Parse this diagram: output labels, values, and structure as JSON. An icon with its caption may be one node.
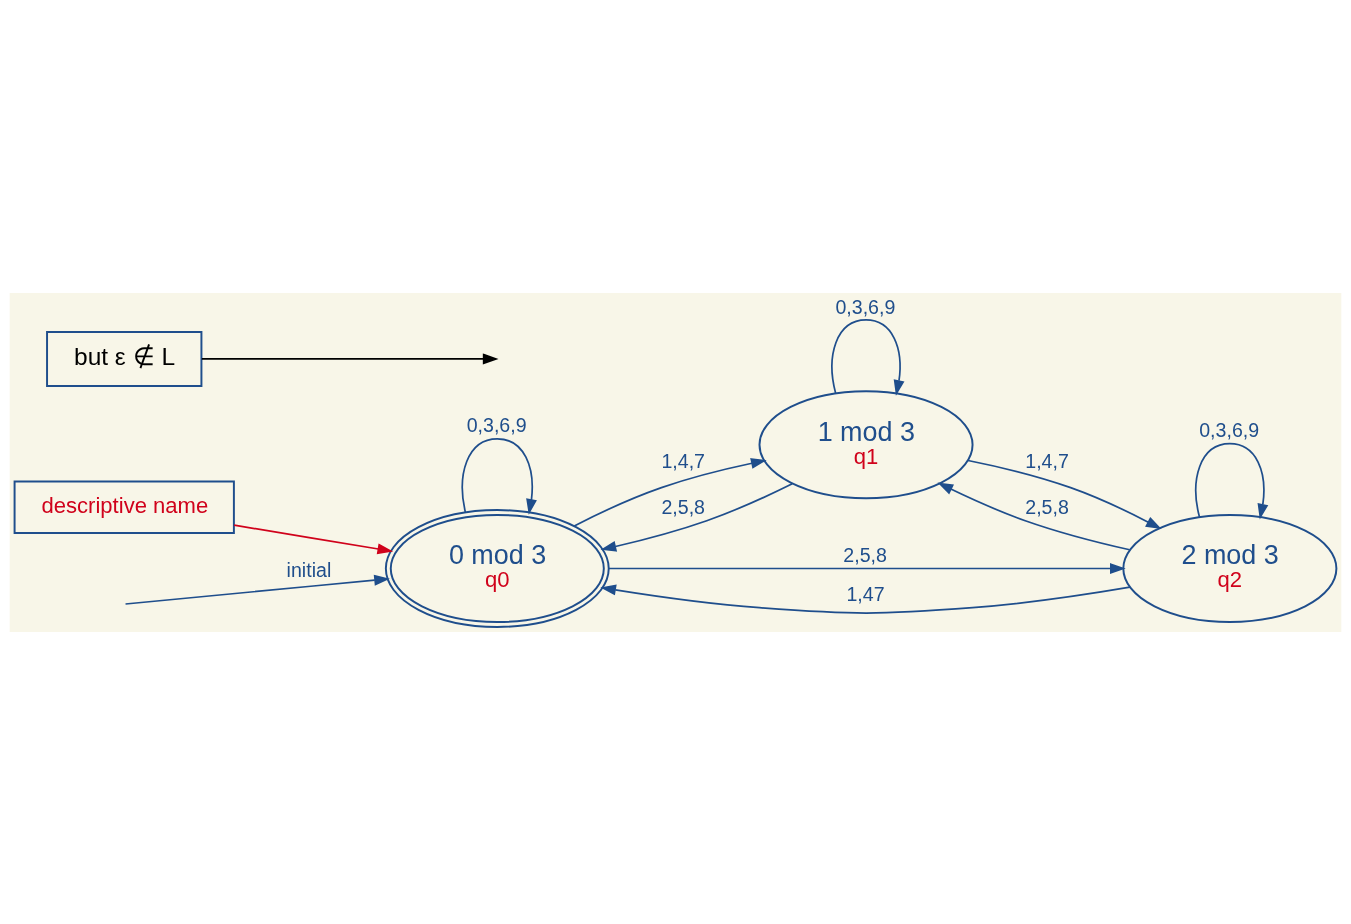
{
  "diagram": {
    "nodes": [
      {
        "text": [
          "0 mod 3",
          "q0"
        ]
      },
      {
        "text": [
          "1 mod 3",
          "q1"
        ]
      },
      {
        "text": [
          "2 mod 3",
          "q2"
        ]
      },
      {
        "text": [
          "descriptive name"
        ]
      },
      {
        "text": [
          "but ε ∉ L"
        ]
      }
    ],
    "edges": [
      {
        "from": null,
        "to": 0,
        "arrow": "to",
        "label": "initial"
      },
      {
        "from": 3,
        "to": 0,
        "arrow": "to",
        "color": "#d0021b"
      },
      {
        "from": 0,
        "to": 0,
        "arrow": "to",
        "label": "0,3,6,9"
      },
      {
        "from": 0,
        "to": 2,
        "arrow": "to",
        "label": "2,5,8"
      },
      {
        "from": 2,
        "to": 0,
        "arrow": "to",
        "label": "1,47"
      },
      {
        "from": 0,
        "to": 1,
        "arrow": "to",
        "label": "1,4,7"
      },
      {
        "from": 1,
        "to": 0,
        "arrow": "to",
        "label": "2,5,8"
      },
      {
        "from": 1,
        "to": 2,
        "arrow": "to",
        "label": "1,4,7"
      },
      {
        "from": 2,
        "to": 2,
        "arrow": "to",
        "label": "0,3,6,9"
      },
      {
        "from": 1,
        "to": 1,
        "arrow": "to",
        "label": "0,3,6,9"
      },
      {
        "from": 2,
        "to": 1,
        "arrow": "to",
        "label": "2,5,8"
      },
      {
        "from": 4,
        "to": null,
        "arrow": "to",
        "color": "#000000"
      }
    ]
  }
}
